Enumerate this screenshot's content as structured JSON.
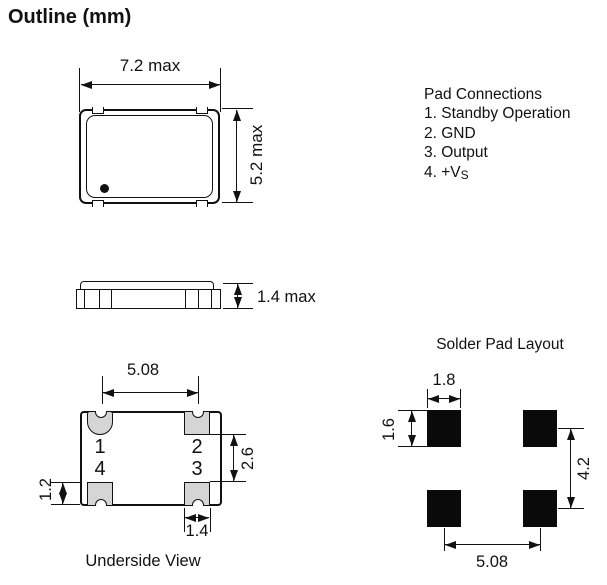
{
  "title": "Outline (mm)",
  "colors": {
    "line": "#111111",
    "underside_pad_fill": "#d5d5d5",
    "solder_pad_fill": "#0a0a0a",
    "background": "#ffffff"
  },
  "top_view": {
    "width_label": "7.2 max",
    "height_label": "5.2 max"
  },
  "side_view": {
    "height_label": "1.4 max"
  },
  "pad_connections": {
    "heading": "Pad Connections",
    "line1": "1. Standby Operation",
    "line2": "2. GND",
    "line3": "3. Output",
    "line4_main": "4. +V",
    "line4_sub": "S"
  },
  "underside_view": {
    "caption": "Underside View",
    "dim_top": "5.08",
    "dim_right": "2.6",
    "dim_left": "1.2",
    "dim_bottom": "1.4",
    "pin1": "1",
    "pin2": "2",
    "pin3": "3",
    "pin4": "4"
  },
  "solder_pad_layout": {
    "title": "Solder Pad Layout",
    "dim_width": "1.8",
    "dim_height": "1.6",
    "dim_vertical_pitch": "4.2",
    "dim_horizontal_pitch": "5.08"
  }
}
